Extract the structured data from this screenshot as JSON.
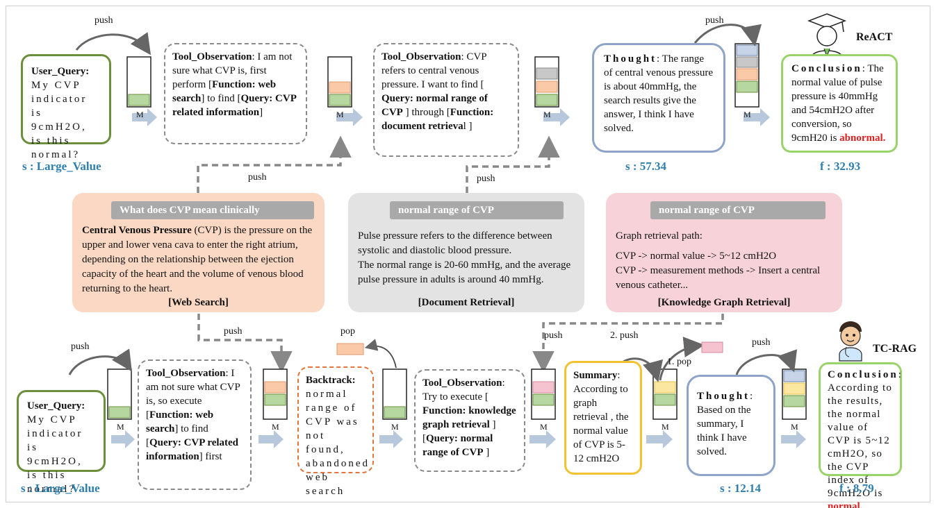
{
  "top": {
    "user_query": {
      "label": "User_Query:",
      "text": "My CVP indicator is 9cmH2O, is this normal?"
    },
    "obs1": {
      "label": "Tool_Observation",
      "pre": ": I am not sure what CVP is, first perform [",
      "f1": "Function: web search",
      "mid": "] to find [",
      "f2": "Query: CVP related information",
      "post": "]"
    },
    "obs2": {
      "label": "Tool_Observation",
      "pre": ": CVP refers to central venous pressure. I want to find [ ",
      "f1": "Query: normal range of CVP",
      "mid": " ] through [",
      "f2": "Function: document retrieva",
      "post": "l ]"
    },
    "thought": {
      "label": "Thought",
      "text": ": The range of central venous pressure is about 40mmHg, the search results give the answer, I think I have solved."
    },
    "conclusion": {
      "label": "Conclusion",
      "text": ": The normal value of pulse pressure is 40mmHg and 54cmH2O after conversion, so 9cmH20 is ",
      "flag": "abnormal."
    },
    "s_left": "s :  Large_Value",
    "s_thought": "s : 57.34",
    "f_value": "f : 32.93",
    "brand": "ReACT"
  },
  "panels": {
    "web": {
      "tag": "What does CVP mean clinically",
      "bold": "Central Venous Pressure",
      "text": " (CVP) is the pressure on the upper and lower vena cava to enter the right atrium, depending on the relationship between the ejection capacity of the heart and the volume of venous blood returning to the heart.",
      "title": "[Web Search]"
    },
    "doc": {
      "tag": "normal range of CVP",
      "text1": "Pulse pressure refers to the difference between systolic and diastolic blood pressure.",
      "text2": "The normal range is 20-60 mmHg, and the average pulse pressure in adults is around 40 mmHg.",
      "title": "[Document Retrieval]"
    },
    "kg": {
      "tag": "normal range of CVP",
      "line1": "Graph retrieval path:",
      "line2": "CVP  ->  normal value  -> 5~12 cmH2O",
      "line3": "CVP  ->  measurement methods -> Insert a central venous catheter...",
      "title": "[Knowledge Graph Retrieval]"
    }
  },
  "bottom": {
    "user_query": {
      "label": "User_Query:",
      "text": "My CVP indicator is 9cmH2O, is this normal?"
    },
    "obs1": {
      "label": "Tool_Observation",
      "pre": ": I am not sure what CVP is, so execute [",
      "f1": "Function: web search",
      "mid": "] to find [",
      "f2": "Query: CVP related information",
      "post": "] first"
    },
    "backtrack": {
      "label": "Backtrack:",
      "text": "normal range of CVP was not found, abandoned web search"
    },
    "obs2": {
      "label": "Tool_Observation",
      "pre": ": Try to execute [ ",
      "f1": "Function: knowledge graph retrieval",
      "mid": " ] [",
      "f2": "Query: normal range of CVP",
      "post": " ]"
    },
    "summary": {
      "label": "Summary",
      "text": ": According to graph retrieval , the normal value of CVP is 5-12 cmH2O"
    },
    "thought": {
      "label": "Thought",
      "text": ": Based on the summary, I think I have solved."
    },
    "conclusion": {
      "label": "Conclusion",
      "text": ": According to the results, the normal value of CVP is 5~12 cmH2O, so the CVP index of 9cmH2O is ",
      "flag": "normal."
    },
    "s_left": "s :  Large_Value",
    "s_thought": "s : 12.14",
    "f_value": "f : 8.79",
    "brand": "TC-RAG"
  },
  "labels": {
    "push": "push",
    "pop": "pop",
    "push2": "2. push",
    "pop1": "1. pop",
    "M": "M"
  },
  "colors": {
    "green": "#6b8f3a",
    "light_green": "#9bd36b",
    "blue_border": "#8da4c8",
    "yellow": "#f2c230",
    "orange": "#e3743a",
    "teal_text": "#2e7fb0",
    "arrow": "#b7c7dc",
    "web_panel": "#fbd8c3",
    "doc_panel": "#e3e3e3",
    "kg_panel": "#f7d3d9",
    "red": "#e02020"
  }
}
